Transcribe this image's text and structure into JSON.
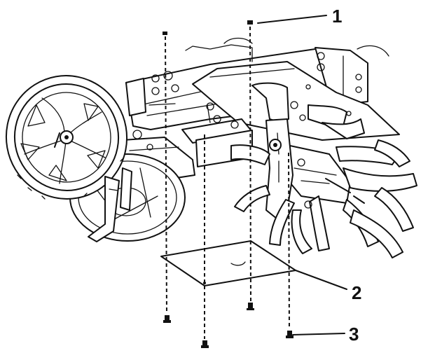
{
  "diagram": {
    "callouts": [
      {
        "label": "1",
        "part": "bolt"
      },
      {
        "label": "2",
        "part": "guard plate"
      },
      {
        "label": "3",
        "part": "nut"
      }
    ]
  }
}
